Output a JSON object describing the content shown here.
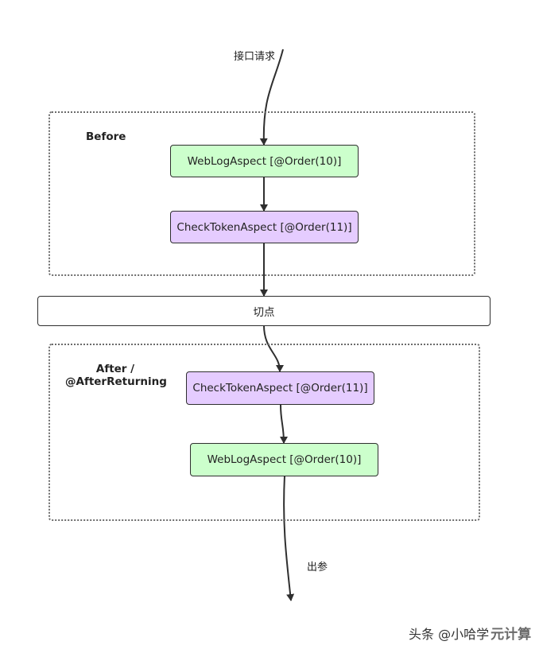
{
  "labels": {
    "request": "接口请求",
    "output": "出参"
  },
  "groups": {
    "before": {
      "label": "Before"
    },
    "after": {
      "label_line1": "After /",
      "label_line2": "@AfterReturning"
    }
  },
  "nodes": {
    "before_weblog": {
      "label": "WebLogAspect [@Order(10)]"
    },
    "before_checktoken": {
      "label": "CheckTokenAspect [@Order(11)]"
    },
    "pointcut": {
      "label": "切点"
    },
    "after_checktoken": {
      "label": "CheckTokenAspect [@Order(11)]"
    },
    "after_weblog": {
      "label": "WebLogAspect [@Order(10)]"
    }
  },
  "colors": {
    "weblog_fill": "#ccffcc",
    "checktoken_fill": "#e5ccff",
    "pointcut_fill": "#ffffff",
    "edge": "#2f2f2f"
  },
  "watermark": {
    "prefix": "头条 @小哈学",
    "brand": "元计算"
  }
}
